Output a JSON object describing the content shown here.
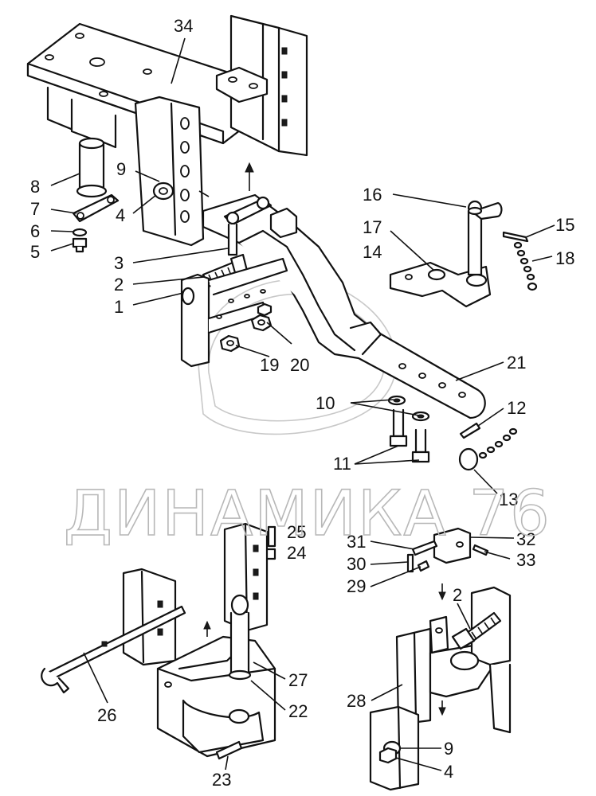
{
  "watermark": {
    "text": "ДИНАМИКА 76"
  },
  "callouts": [
    {
      "id": "c34",
      "text": "34"
    },
    {
      "id": "c9a",
      "text": "9"
    },
    {
      "id": "c8",
      "text": "8"
    },
    {
      "id": "c7",
      "text": "7"
    },
    {
      "id": "c6",
      "text": "6"
    },
    {
      "id": "c5",
      "text": "5"
    },
    {
      "id": "c4a",
      "text": "4"
    },
    {
      "id": "c3",
      "text": "3"
    },
    {
      "id": "c2a",
      "text": "2"
    },
    {
      "id": "c1",
      "text": "1"
    },
    {
      "id": "c16",
      "text": "16"
    },
    {
      "id": "c17",
      "text": "17"
    },
    {
      "id": "c14",
      "text": "14"
    },
    {
      "id": "c15",
      "text": "15"
    },
    {
      "id": "c18",
      "text": "18"
    },
    {
      "id": "c19",
      "text": "19"
    },
    {
      "id": "c20",
      "text": "20"
    },
    {
      "id": "c21",
      "text": "21"
    },
    {
      "id": "c10",
      "text": "10"
    },
    {
      "id": "c12",
      "text": "12"
    },
    {
      "id": "c11",
      "text": "11"
    },
    {
      "id": "c13",
      "text": "13"
    },
    {
      "id": "c25",
      "text": "25"
    },
    {
      "id": "c24",
      "text": "24"
    },
    {
      "id": "c31",
      "text": "31"
    },
    {
      "id": "c32",
      "text": "32"
    },
    {
      "id": "c30",
      "text": "30"
    },
    {
      "id": "c33",
      "text": "33"
    },
    {
      "id": "c29",
      "text": "29"
    },
    {
      "id": "c2b",
      "text": "2"
    },
    {
      "id": "c27",
      "text": "27"
    },
    {
      "id": "c26",
      "text": "26"
    },
    {
      "id": "c22",
      "text": "22"
    },
    {
      "id": "c28",
      "text": "28"
    },
    {
      "id": "c9b",
      "text": "9"
    },
    {
      "id": "c4b",
      "text": "4"
    },
    {
      "id": "c23",
      "text": "23"
    }
  ]
}
